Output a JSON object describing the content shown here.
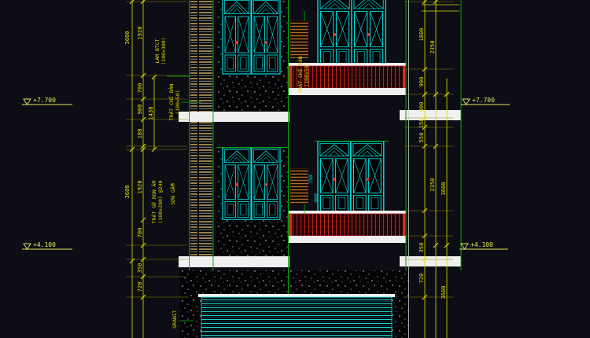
{
  "drawing": {
    "type": "architectural-elevation",
    "background": "#0d0d15",
    "colors": {
      "window_cyan": "#00dcdc",
      "dim_yellow": "#e8e800",
      "wall_green": "#00a800",
      "railing_red": "#c41f1f",
      "slab_white": "#f0f0f0",
      "louvre_brown": "#b06a28"
    }
  },
  "levels": {
    "upper": "+7.700",
    "lower": "+4.100"
  },
  "labels": {
    "lam_btct_1": "LAM BTCT",
    "lam_btct_2": "(100x300)",
    "trat_chi_ban_1": "TRÁT CHỈ BẢN",
    "trat_chi_ban_2": "(100x50)",
    "trat_mid_1": "TRÁT CHỈ BẢN",
    "trat_mid_2": "(100x50)",
    "trat_go_1": "TRÁT GỜ RON ÂM",
    "trat_go_2": "(100x200) @240",
    "son_gam": "SƠN GẤM",
    "granit": "GRANIT"
  },
  "dims": {
    "left_outer": [
      "3600",
      "3600"
    ],
    "left_mid": [
      "1430"
    ],
    "left_inner": [
      "1920",
      "700",
      "900",
      "180",
      "1920",
      "700",
      "350",
      "720"
    ],
    "right_inner": [
      "1800",
      "900",
      "900",
      "150",
      "550",
      "350",
      "720"
    ],
    "right_mid": [
      "2350",
      "2350"
    ],
    "right_outer": [
      "3600",
      "3600"
    ],
    "mid_cyan": [
      "750",
      "900"
    ]
  }
}
